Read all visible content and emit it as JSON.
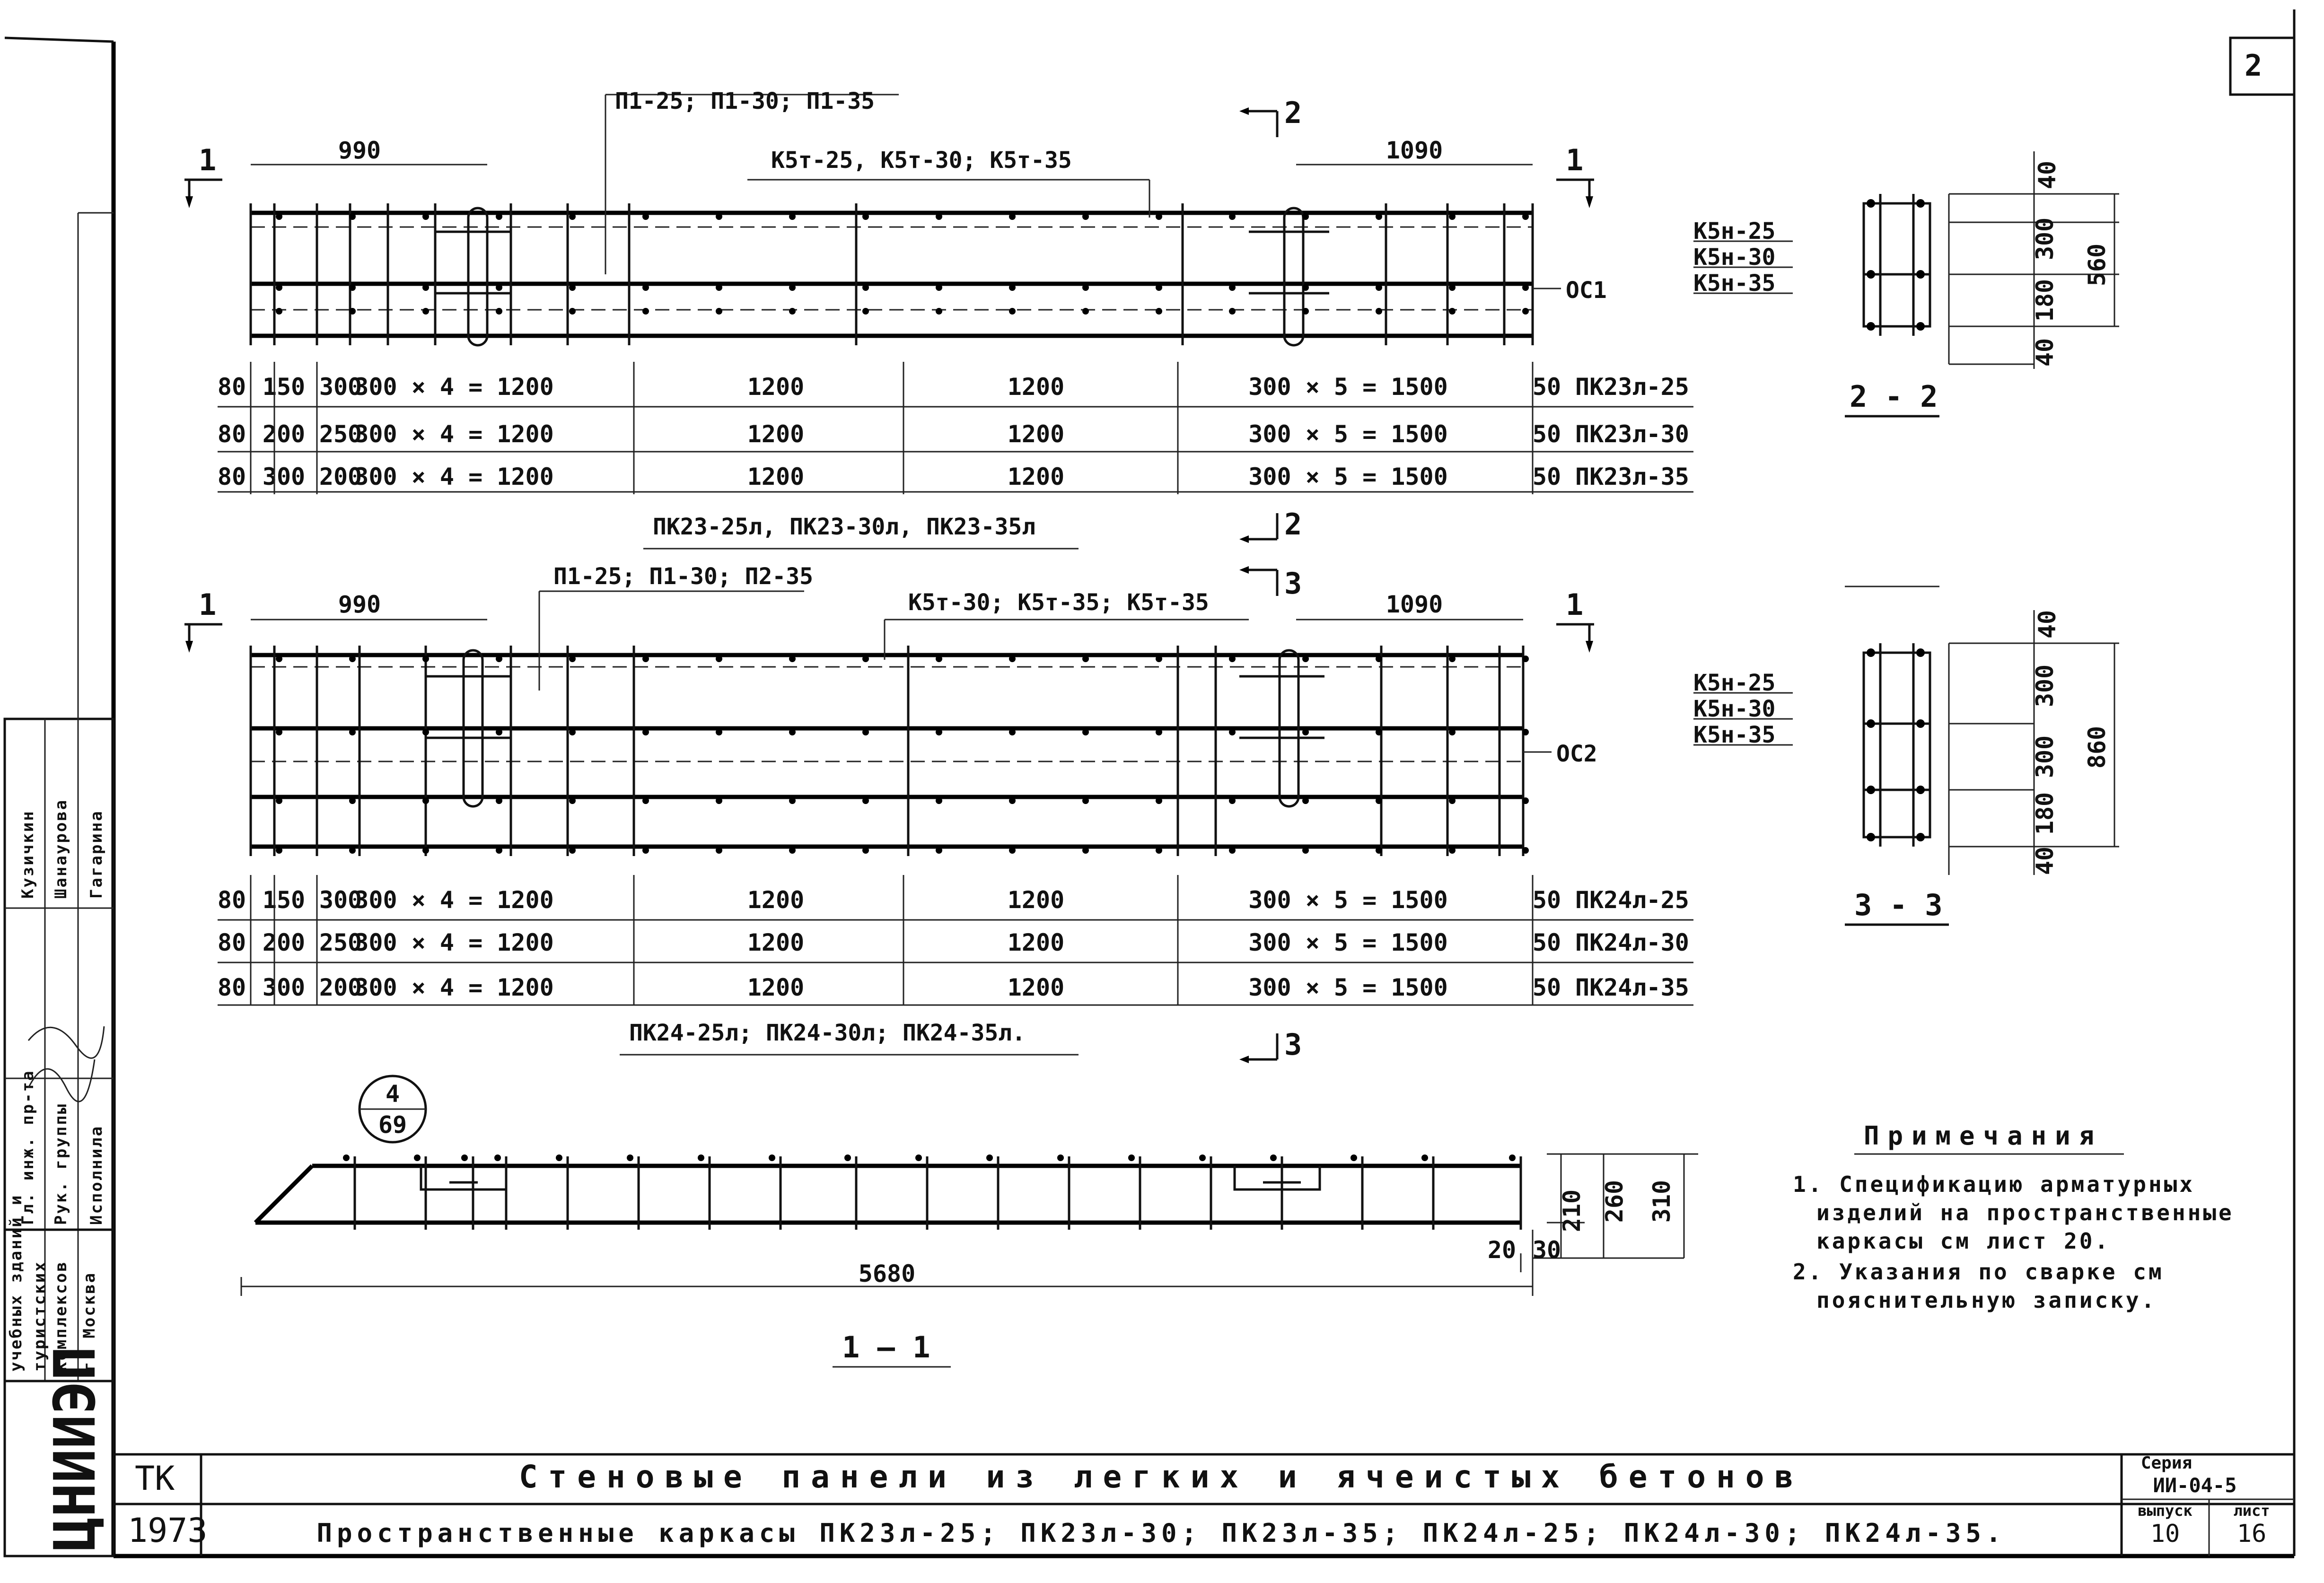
{
  "sheet_number": "2",
  "frame1": {
    "callout": "П1-25; П1-30; П1-35",
    "cage_callout": "К5т-25, К5т-30; К5т-35",
    "left_dim": "990",
    "right_dim": "1090",
    "mesh_label": "ОС1",
    "dim_rows": [
      [
        "80",
        "150",
        "300",
        "300 × 4 = 1200",
        "1200",
        "1200",
        "300 × 5 = 1500",
        "50",
        "ПК23л-25"
      ],
      [
        "80",
        "200",
        "250",
        "300 × 4 = 1200",
        "1200",
        "1200",
        "300 × 5 = 1500",
        "50",
        "ПК23л-30"
      ],
      [
        "80",
        "300",
        "200",
        "300 × 4 = 1200",
        "1200",
        "1200",
        "300 × 5 = 1500",
        "50",
        "ПК23л-35"
      ]
    ],
    "caption": "ПК23-25л, ПК23-30л, ПК23-35л"
  },
  "frame2": {
    "callout": "П1-25; П1-30; П2-35",
    "cage_callout": "К5т-30; К5т-35; К5т-35",
    "left_dim": "990",
    "right_dim": "1090",
    "mesh_label": "ОС2",
    "dim_rows": [
      [
        "80",
        "150",
        "300",
        "300 × 4 = 1200",
        "1200",
        "1200",
        "300 × 5 = 1500",
        "50",
        "ПК24л-25"
      ],
      [
        "80",
        "200",
        "250",
        "300 × 4 = 1200",
        "1200",
        "1200",
        "300 × 5 = 1500",
        "50",
        "ПК24л-30"
      ],
      [
        "80",
        "300",
        "200",
        "300 × 4 = 1200",
        "1200",
        "1200",
        "300 × 5 = 1500",
        "50",
        "ПК24л-35"
      ]
    ],
    "caption": "ПК24-25л; ПК24-30л; ПК24-35л."
  },
  "section_marks": {
    "m1": "1",
    "m2": "2",
    "m3": "3"
  },
  "section22": {
    "labels": [
      "К5н-25",
      "К5н-30",
      "К5н-35"
    ],
    "dims": [
      "40",
      "300",
      "180",
      "40"
    ],
    "total": "560",
    "title": "2 - 2"
  },
  "section33": {
    "labels": [
      "К5н-25",
      "К5н-30",
      "К5н-35"
    ],
    "dims": [
      "40",
      "300",
      "300",
      "180",
      "40"
    ],
    "total": "860",
    "title": "3 - 3"
  },
  "section11": {
    "ref_top": "4",
    "ref_bottom": "69",
    "length": "5680",
    "heights": [
      "210",
      "260",
      "310"
    ],
    "end_dims": [
      "20",
      "30"
    ],
    "title": "1 — 1"
  },
  "notes": {
    "heading": "Примечания",
    "items": [
      "1. Спецификацию арматурных",
      "изделий на пространственные",
      "каркасы см лист  20.",
      "2. Указания по сварке см",
      "пояснительную записку."
    ]
  },
  "title_block": {
    "code": "ТК",
    "year": "1973",
    "title": "Стеновые панели из легких и ячеистых бетонов",
    "subtitle": "Пространственные каркасы ПК23л-25; ПК23л-30; ПК23л-35; ПК24л-25; ПК24л-30; ПК24л-35.",
    "series_label": "Серия",
    "series": "ИИ-04-5",
    "issue_label": "выпуск",
    "issue": "10",
    "sheet_label": "лист",
    "sheet": "16"
  },
  "side_stamp": {
    "org": "ЦНИИЭП",
    "org_sub": [
      "учебных зданий и",
      "туристских",
      "комплексов",
      "г. Москва"
    ],
    "roles": [
      "Гл. инж. пр-та",
      "Рук. группы",
      "Исполнила"
    ],
    "names": [
      "",
      "Шанаурова",
      "Гагарина"
    ],
    "top": "Кузичкин"
  }
}
